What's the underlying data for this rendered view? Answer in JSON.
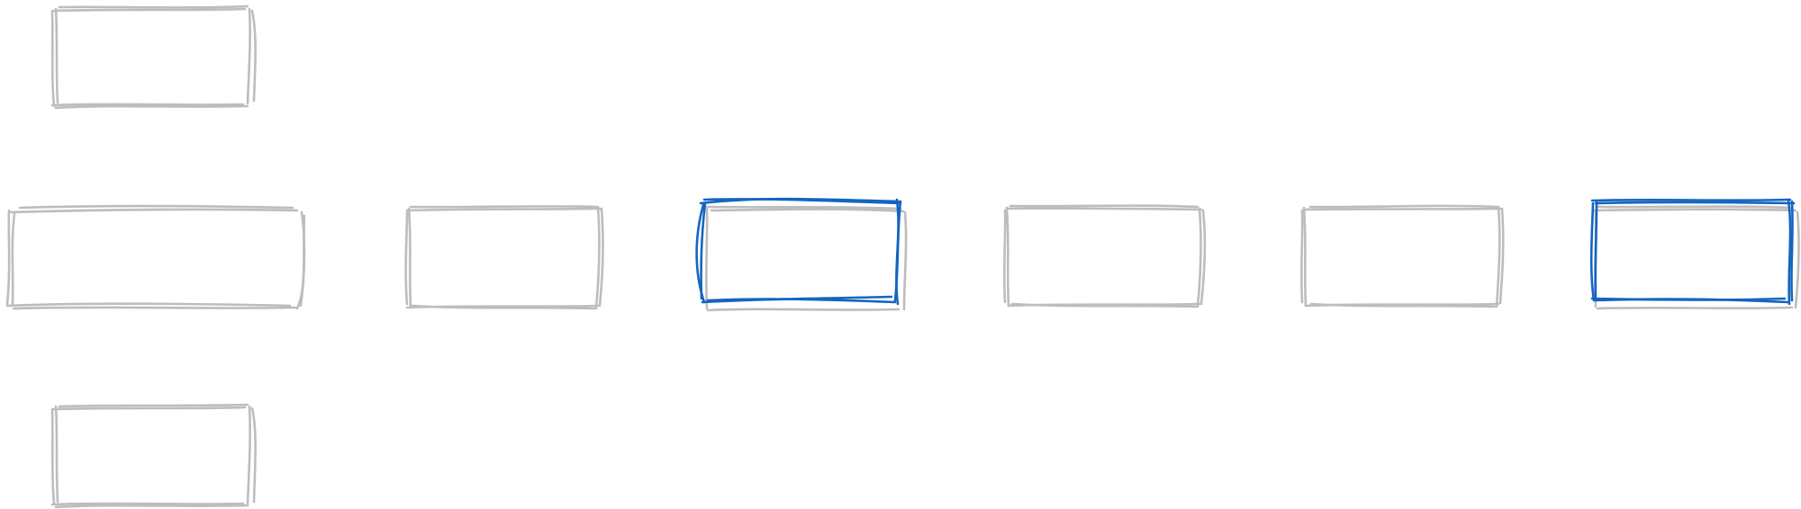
{
  "canvas": {
    "background": "#ffffff",
    "style": "hand-drawn sketch"
  },
  "colors": {
    "default_stroke": "#bdbdbd",
    "selected_stroke": "#1565c0"
  },
  "shapes": [
    {
      "id": "shape-top-left",
      "kind": "rectangle",
      "label": "",
      "selected": false
    },
    {
      "id": "shape-row-1",
      "kind": "rectangle",
      "label": "",
      "selected": false
    },
    {
      "id": "shape-row-2",
      "kind": "rectangle",
      "label": "",
      "selected": false
    },
    {
      "id": "shape-row-3",
      "kind": "rectangle",
      "label": "",
      "selected": true
    },
    {
      "id": "shape-row-4",
      "kind": "rectangle",
      "label": "",
      "selected": false
    },
    {
      "id": "shape-row-5",
      "kind": "rectangle",
      "label": "",
      "selected": false
    },
    {
      "id": "shape-row-6",
      "kind": "rectangle",
      "label": "",
      "selected": true
    },
    {
      "id": "shape-bottom-left",
      "kind": "rectangle",
      "label": "",
      "selected": false
    }
  ]
}
